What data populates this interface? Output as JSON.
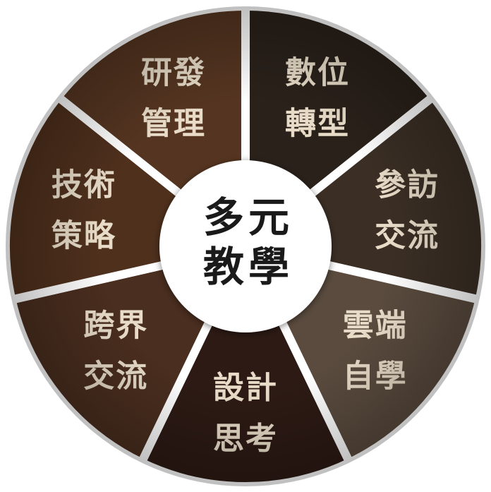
{
  "diagram": {
    "center": {
      "line1": "多元",
      "line2": "教學"
    },
    "segments": [
      {
        "line1": "數位",
        "line2": "轉型",
        "color": "#2a211a"
      },
      {
        "line1": "參訪",
        "line2": "交流",
        "color": "#3b2f25"
      },
      {
        "line1": "雲端",
        "line2": "自學",
        "color": "#5a4b3e"
      },
      {
        "line1": "設計",
        "line2": "思考",
        "color": "#2d1a14"
      },
      {
        "line1": "跨界",
        "line2": "交流",
        "color": "#4a2e1f"
      },
      {
        "line1": "技術",
        "line2": "策略",
        "color": "#4f301d"
      },
      {
        "line1": "研發",
        "line2": "管理",
        "color": "#553521"
      }
    ],
    "colors": {
      "hub": "#ffffff",
      "gap": "#ffffff",
      "segment_text": "#e8dcc8",
      "hub_text": "#1a1a1a"
    }
  }
}
